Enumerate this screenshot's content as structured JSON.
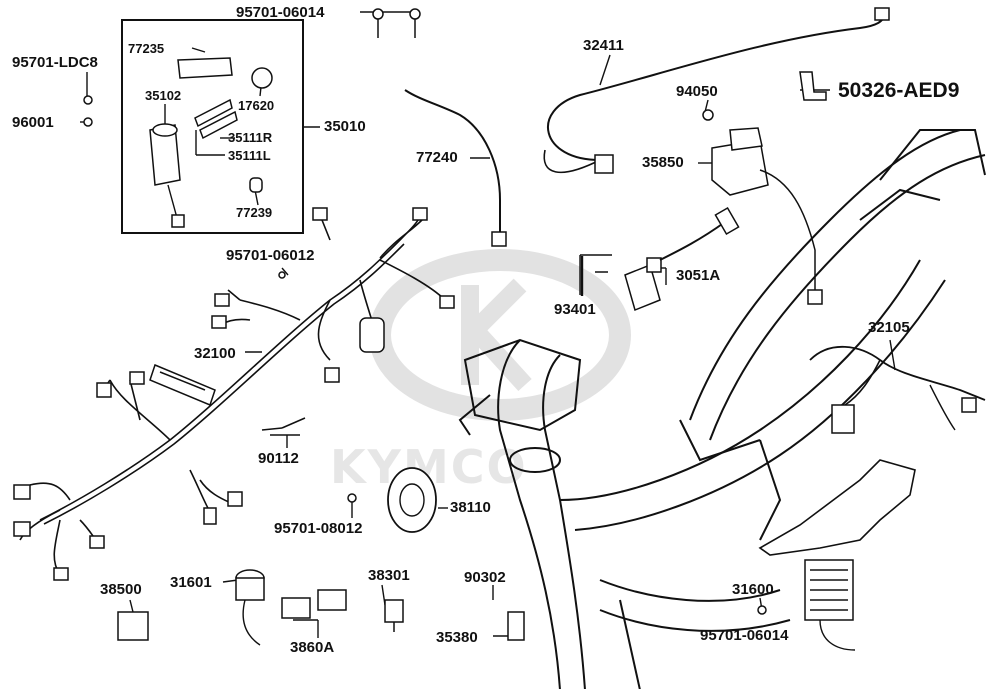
{
  "watermark": "KYMCO",
  "callouts": {
    "p95701_06014_top": "95701-06014",
    "p32411": "32411",
    "p95701_ldc8": "95701-LDC8",
    "p77235": "77235",
    "p94050": "94050",
    "p50326": "50326-AED9",
    "p96001": "96001",
    "p35102": "35102",
    "p17620": "17620",
    "p35111r": "35111R",
    "p35010": "35010",
    "p35111l": "35111L",
    "p77240": "77240",
    "p35850": "35850",
    "p77239": "77239",
    "p95701_06012": "95701-06012",
    "p3051a": "3051A",
    "p93401": "93401",
    "p32105": "32105",
    "p32100": "32100",
    "p90112": "90112",
    "p38110": "38110",
    "p95701_08012": "95701-08012",
    "p90302": "90302",
    "p38500": "38500",
    "p31601": "31601",
    "p38301": "38301",
    "p31600": "31600",
    "p35380": "35380",
    "p95701_06014_bot": "95701-06014",
    "p3860a": "3860A"
  }
}
